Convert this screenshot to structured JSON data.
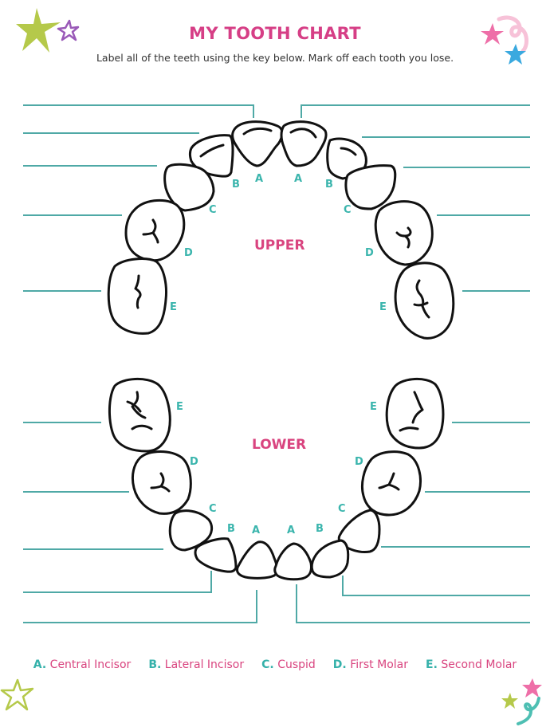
{
  "header": {
    "title": "MY TOOTH CHART",
    "subtitle": "Label all of the teeth using the key below. Mark off each tooth you lose."
  },
  "sections": {
    "upper": "UPPER",
    "lower": "LOWER"
  },
  "upper_letters": {
    "left": [
      "A",
      "B",
      "C",
      "D",
      "E"
    ],
    "right": [
      "A",
      "B",
      "C",
      "D",
      "E"
    ]
  },
  "lower_letters": {
    "left": [
      "A",
      "B",
      "C",
      "D",
      "E"
    ],
    "right": [
      "A",
      "B",
      "C",
      "D",
      "E"
    ]
  },
  "key": [
    {
      "letter": "A.",
      "name": "Central Incisor"
    },
    {
      "letter": "B.",
      "name": "Lateral Incisor"
    },
    {
      "letter": "C.",
      "name": "Cuspid"
    },
    {
      "letter": "D.",
      "name": "First Molar"
    },
    {
      "letter": "E.",
      "name": "Second Molar"
    }
  ],
  "colors": {
    "title_pink": "#d63f86",
    "label_teal": "#3bb5ad",
    "line_teal": "#4fa9a6",
    "outline": "#111111",
    "star_green": "#b5c94a",
    "star_purple": "#9a5ab8",
    "star_pink": "#ee6fa8",
    "star_blue": "#3aa9df"
  },
  "decorations": [
    "green-star-icon",
    "purple-outline-star-icon",
    "pink-star-icon",
    "blue-star-icon",
    "pink-ribbon-icon",
    "green-outline-star-icon",
    "teal-ribbon-icon"
  ]
}
